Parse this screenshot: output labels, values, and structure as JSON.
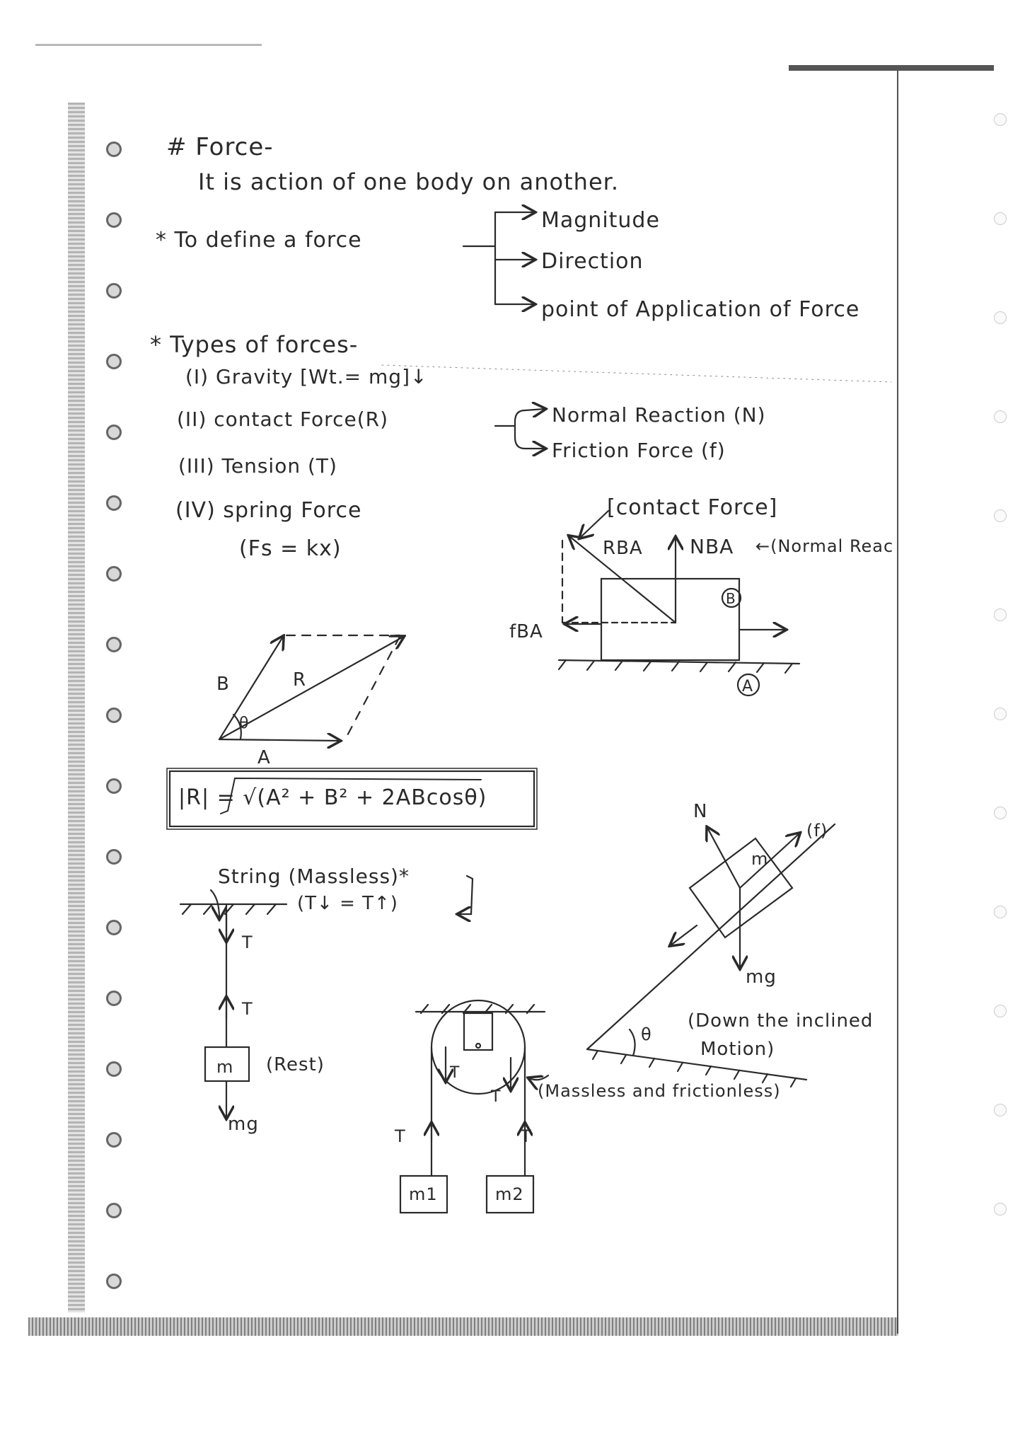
{
  "heading": "# Force-",
  "definition": "It is action of one body on another.",
  "define_force": {
    "lead": "* To define a force",
    "items": [
      "Magnitude",
      "Direction",
      "point of Application of Force"
    ]
  },
  "types": {
    "heading": "* Types of forces-",
    "items": [
      "(I) Gravity [Wt.= mg]↓",
      "(II) contact Force(R)",
      "(III) Tension (T)",
      "(IV) spring Force"
    ],
    "spring_formula": "(Fs = kx)",
    "contact_branches": [
      "Normal Reaction (N)",
      "Friction Force (f)"
    ]
  },
  "contact_diagram": {
    "title": "[contact Force]",
    "r_label": "RBA",
    "n_label": "NBA",
    "n_note": "←(Normal Reac",
    "f_label": "fBA",
    "block_b": "B",
    "surface_a": "A"
  },
  "vector_diagram": {
    "a": "A",
    "b": "B",
    "r": "R",
    "theta": "θ"
  },
  "resultant_formula": "|R| = √(A² + B² + 2ABcosθ)",
  "string_diagram": {
    "string_label": "String (Massless)*",
    "tension_equal": "(T↓ = T↑)",
    "t_top": "T",
    "t_bottom": "T",
    "mass": "m",
    "rest": "(Rest)",
    "weight": "mg"
  },
  "pulley_diagram": {
    "t_labels": [
      "T",
      "T",
      "T",
      "T"
    ],
    "note": "(Massless and frictionless)",
    "m1": "m1",
    "m2": "m2"
  },
  "incline_diagram": {
    "normal": "N",
    "friction": "(f)",
    "mass": "m",
    "weight": "mg",
    "theta": "θ",
    "motion_note_1": "(Down the inclined",
    "motion_note_2": "Motion)"
  }
}
